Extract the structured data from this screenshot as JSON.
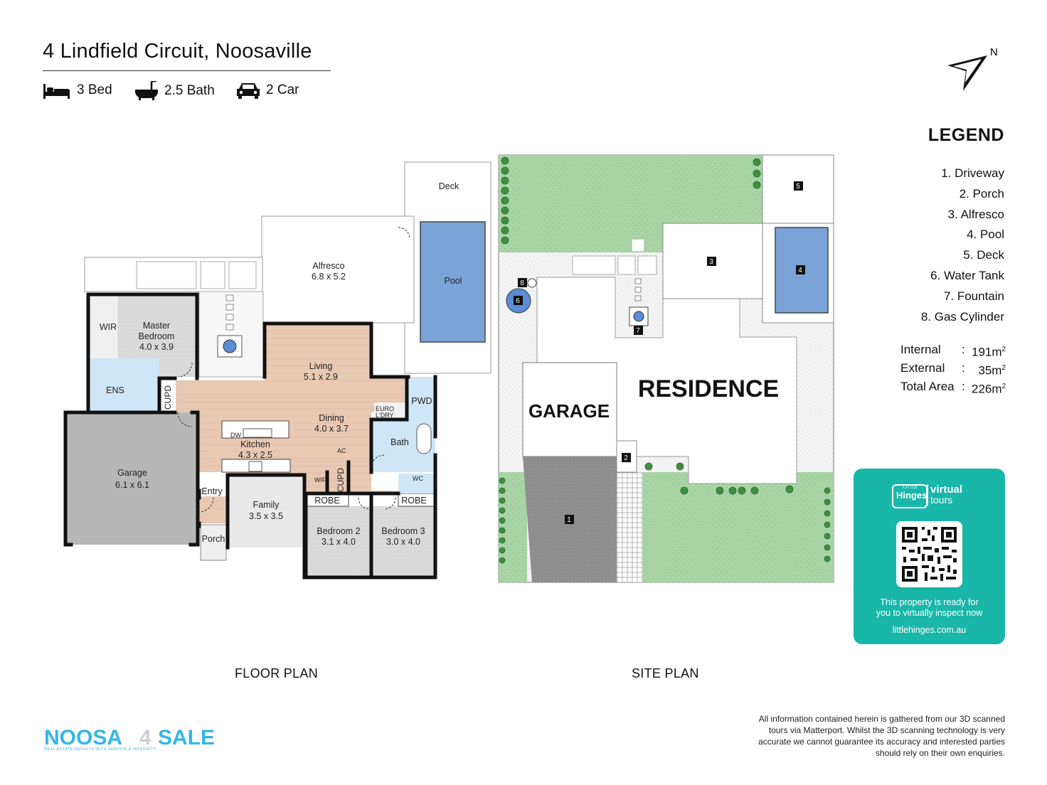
{
  "header": {
    "title": "4 Lindfield Circuit, Noosaville",
    "features": [
      {
        "icon": "bed-icon",
        "label": "3 Bed"
      },
      {
        "icon": "bath-icon",
        "label": "2.5 Bath"
      },
      {
        "icon": "car-icon",
        "label": "2 Car"
      }
    ]
  },
  "compass": {
    "label": "N"
  },
  "legend": {
    "title": "LEGEND",
    "items": [
      "1. Driveway",
      "2. Porch",
      "3. Alfresco",
      "4. Pool",
      "5. Deck",
      "6. Water Tank",
      "7. Fountain",
      "8. Gas Cylinder"
    ]
  },
  "areas": [
    {
      "label": "Internal",
      "value": "191m",
      "unit_sup": "2"
    },
    {
      "label": "External",
      "value": "35m",
      "unit_sup": "2"
    },
    {
      "label": "Total Area",
      "value": "226m",
      "unit_sup": "2"
    }
  ],
  "floor_plan": {
    "caption": "FLOOR PLAN",
    "rooms": {
      "deck": "Deck",
      "alfresco": "Alfresco",
      "alfresco_dim": "6.8 x 5.2",
      "pool": "Pool",
      "master": "Master",
      "master2": "Bedroom",
      "master_dim": "4.0 x 3.9",
      "wir": "WIR",
      "ens": "ENS",
      "cupd": "CUPD",
      "living": "Living",
      "living_dim": "5.1 x 2.9",
      "dining": "Dining",
      "dining_dim": "4.0 x 3.7",
      "euro": "EURO",
      "ldry": "L'DRY",
      "pwd": "PWD",
      "dw": "DW",
      "kitchen": "Kitchen",
      "kitchen_dim": "4.3 x 2.5",
      "ac": "AC",
      "bath": "Bath",
      "wc": "WC",
      "wip": "WIP",
      "cupd2": "CUPD",
      "garage": "Garage",
      "garage_dim": "6.1 x 6.1",
      "entry": "Entry",
      "family": "Family",
      "family_dim": "3.5 x 3.5",
      "robe1": "ROBE",
      "robe2": "ROBE",
      "bed2": "Bedroom 2",
      "bed2_dim": "3.1 x 4.0",
      "bed3": "Bedroom 3",
      "bed3_dim": "3.0 x 4.0",
      "porch": "Porch"
    }
  },
  "site_plan": {
    "caption": "SITE PLAN",
    "garage": "GARAGE",
    "residence": "RESIDENCE",
    "markers": [
      "1",
      "2",
      "3",
      "4",
      "5",
      "6",
      "7",
      "8"
    ]
  },
  "virtual_tour": {
    "brand_small": "LITTLE",
    "brand": "Hinges",
    "product1": "virtual",
    "product2": "tours",
    "text1": "This property is ready for",
    "text2": "you to virtually inspect now",
    "url": "littlehinges.com.au"
  },
  "footer": {
    "logo_left": "NOOSA",
    "logo_right": "SALE",
    "logo_tagline": "REAL ESTATE RESULTS WITH SERVICE & INTEGRITY",
    "disclaimer": "All information contained herein is gathered from our 3D scanned tours via Matterport. Whilst the 3D scanning technology is very accurate we cannot guarantee its accuracy and interested parties should rely on their own enquiries."
  },
  "colors": {
    "wood": "#e9c9b4",
    "tile": "#e4e4e4",
    "carpet": "#d8d8d8",
    "garage_floor": "#b7b7b7",
    "wet": "#cfe6f6",
    "pool": "#7ba3d8",
    "lawn": "#a9d5a6",
    "accent": "#19b6aa",
    "logo_blue": "#35b6e5"
  }
}
